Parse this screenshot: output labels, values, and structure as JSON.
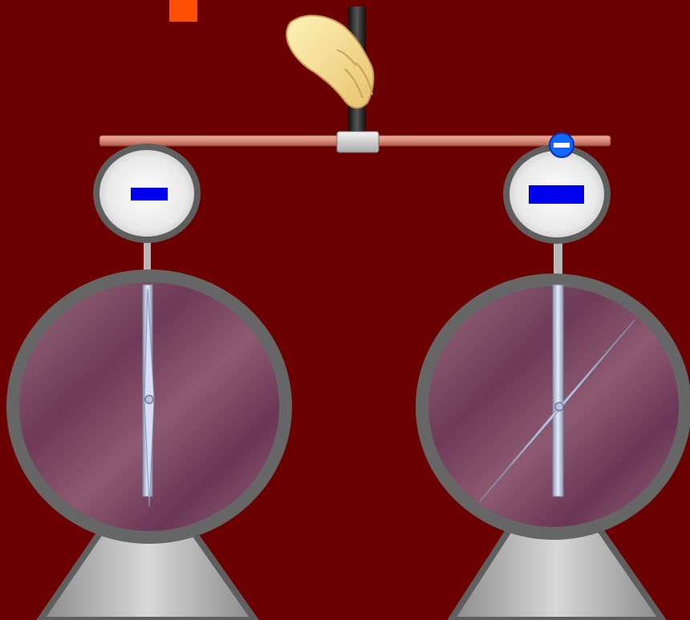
{
  "scene": {
    "background_color": "#6a0000",
    "accent_color": "#ff4f00",
    "left_electroscope": {
      "charge": "negative",
      "charge_color": "#0000ee",
      "leaf_divergence": "none"
    },
    "right_electroscope": {
      "charge": "negative",
      "charge_color": "#0000ee",
      "leaf_divergence": "large"
    },
    "moving_charge": {
      "sign": "negative",
      "color": "#0066ff"
    },
    "icons": {
      "hand": "hand-icon",
      "charge": "negative-charge-icon"
    }
  }
}
